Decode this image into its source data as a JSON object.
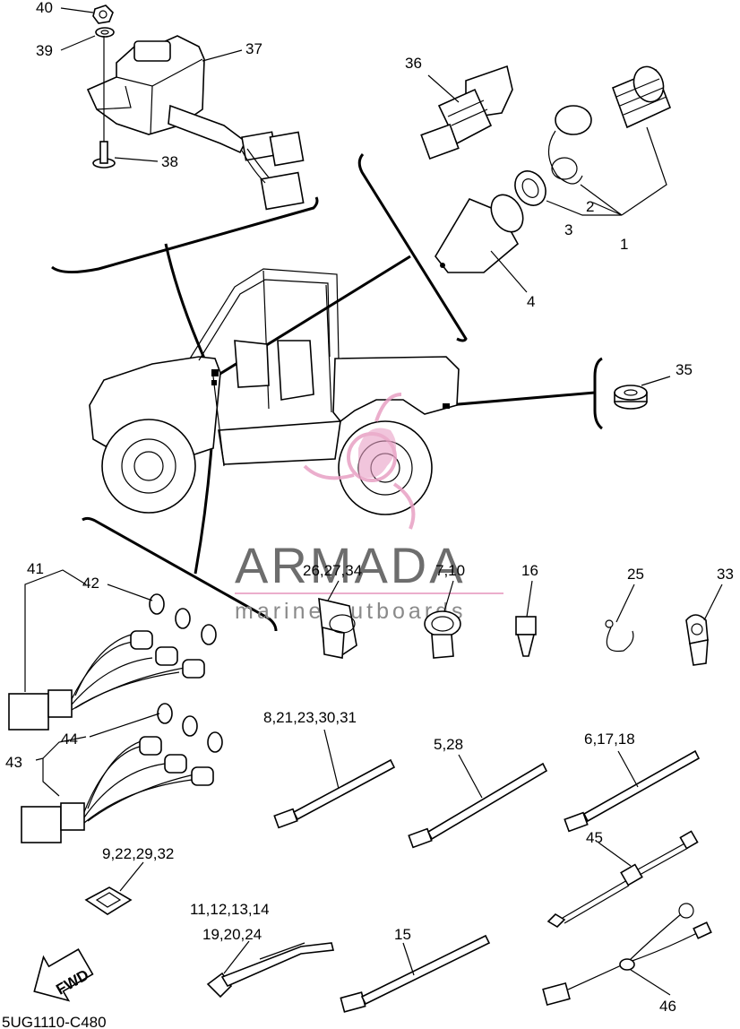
{
  "labels": {
    "l40": "40",
    "l39": "39",
    "l37": "37",
    "l38": "38",
    "l36": "36",
    "l2": "2",
    "l3": "3",
    "l1": "1",
    "l4": "4",
    "l35": "35",
    "l41": "41",
    "l42": "42",
    "l43": "43",
    "l44": "44",
    "l26": "26,27,34",
    "l7": "7,10",
    "l16": "16",
    "l25": "25",
    "l33": "33",
    "l8": "8,21,23,30,31",
    "l5": "5,28",
    "l6": "6,17,18",
    "l9": "9,22,29,32",
    "l45": "45",
    "l11": "11,12,13,14",
    "l19": "19,20,24",
    "l15": "15",
    "l46": "46"
  },
  "watermark": {
    "title": "ARMADA",
    "subtitle": "marine outboards"
  },
  "fwd_arrow": "FWD",
  "diagram_code": "5UG1110-C480",
  "colors": {
    "line": "#000000",
    "watermark_pink": "#e8a0c4",
    "watermark_text": "#6d6d6d"
  }
}
